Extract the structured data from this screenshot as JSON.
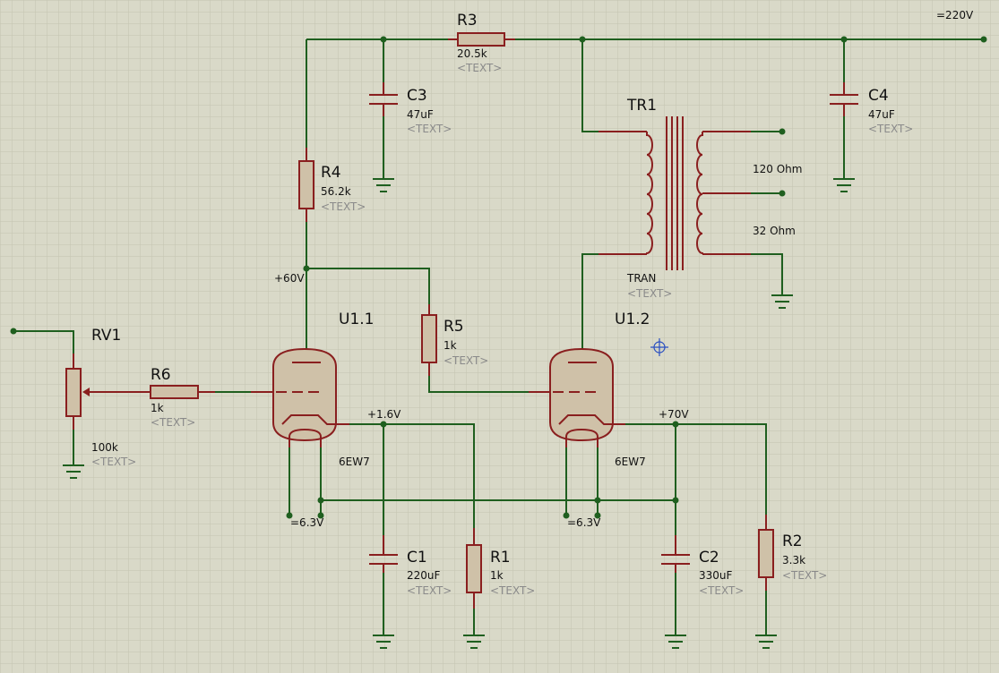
{
  "schematic": {
    "components": {
      "R3": {
        "ref": "R3",
        "value": "20.5k",
        "text": "<TEXT>"
      },
      "C3": {
        "ref": "C3",
        "value": "47uF",
        "text": "<TEXT>"
      },
      "C4": {
        "ref": "C4",
        "value": "47uF",
        "text": "<TEXT>"
      },
      "R4": {
        "ref": "R4",
        "value": "56.2k",
        "text": "<TEXT>"
      },
      "TR1": {
        "ref": "TR1",
        "value": "TRAN",
        "text": "<TEXT>",
        "tap1": "120 Ohm",
        "tap2": "32 Ohm"
      },
      "U11": {
        "ref": "U1.1",
        "value": "6EW7"
      },
      "U12": {
        "ref": "U1.2",
        "value": "6EW7"
      },
      "R5": {
        "ref": "R5",
        "value": "1k",
        "text": "<TEXT>"
      },
      "RV1": {
        "ref": "RV1",
        "value": "100k",
        "text": "<TEXT>"
      },
      "R6": {
        "ref": "R6",
        "value": "1k",
        "text": "<TEXT>"
      },
      "C1": {
        "ref": "C1",
        "value": "220uF",
        "text": "<TEXT>"
      },
      "R1": {
        "ref": "R1",
        "value": "1k",
        "text": "<TEXT>"
      },
      "C2": {
        "ref": "C2",
        "value": "330uF",
        "text": "<TEXT>"
      },
      "R2": {
        "ref": "R2",
        "value": "3.3k",
        "text": "<TEXT>"
      }
    },
    "nets": {
      "supply": "=220V",
      "anode1": "+60V",
      "cathode1": "+1.6V",
      "cathode2": "+70V",
      "heater1": "=6.3V",
      "heater2": "=6.3V"
    },
    "colors": {
      "background": "#d9d9c8",
      "grid": "#c4c4b0",
      "wire": "#1f5f1f",
      "component": "#8a1f1f",
      "body_fill": "#cfc1a8"
    }
  }
}
